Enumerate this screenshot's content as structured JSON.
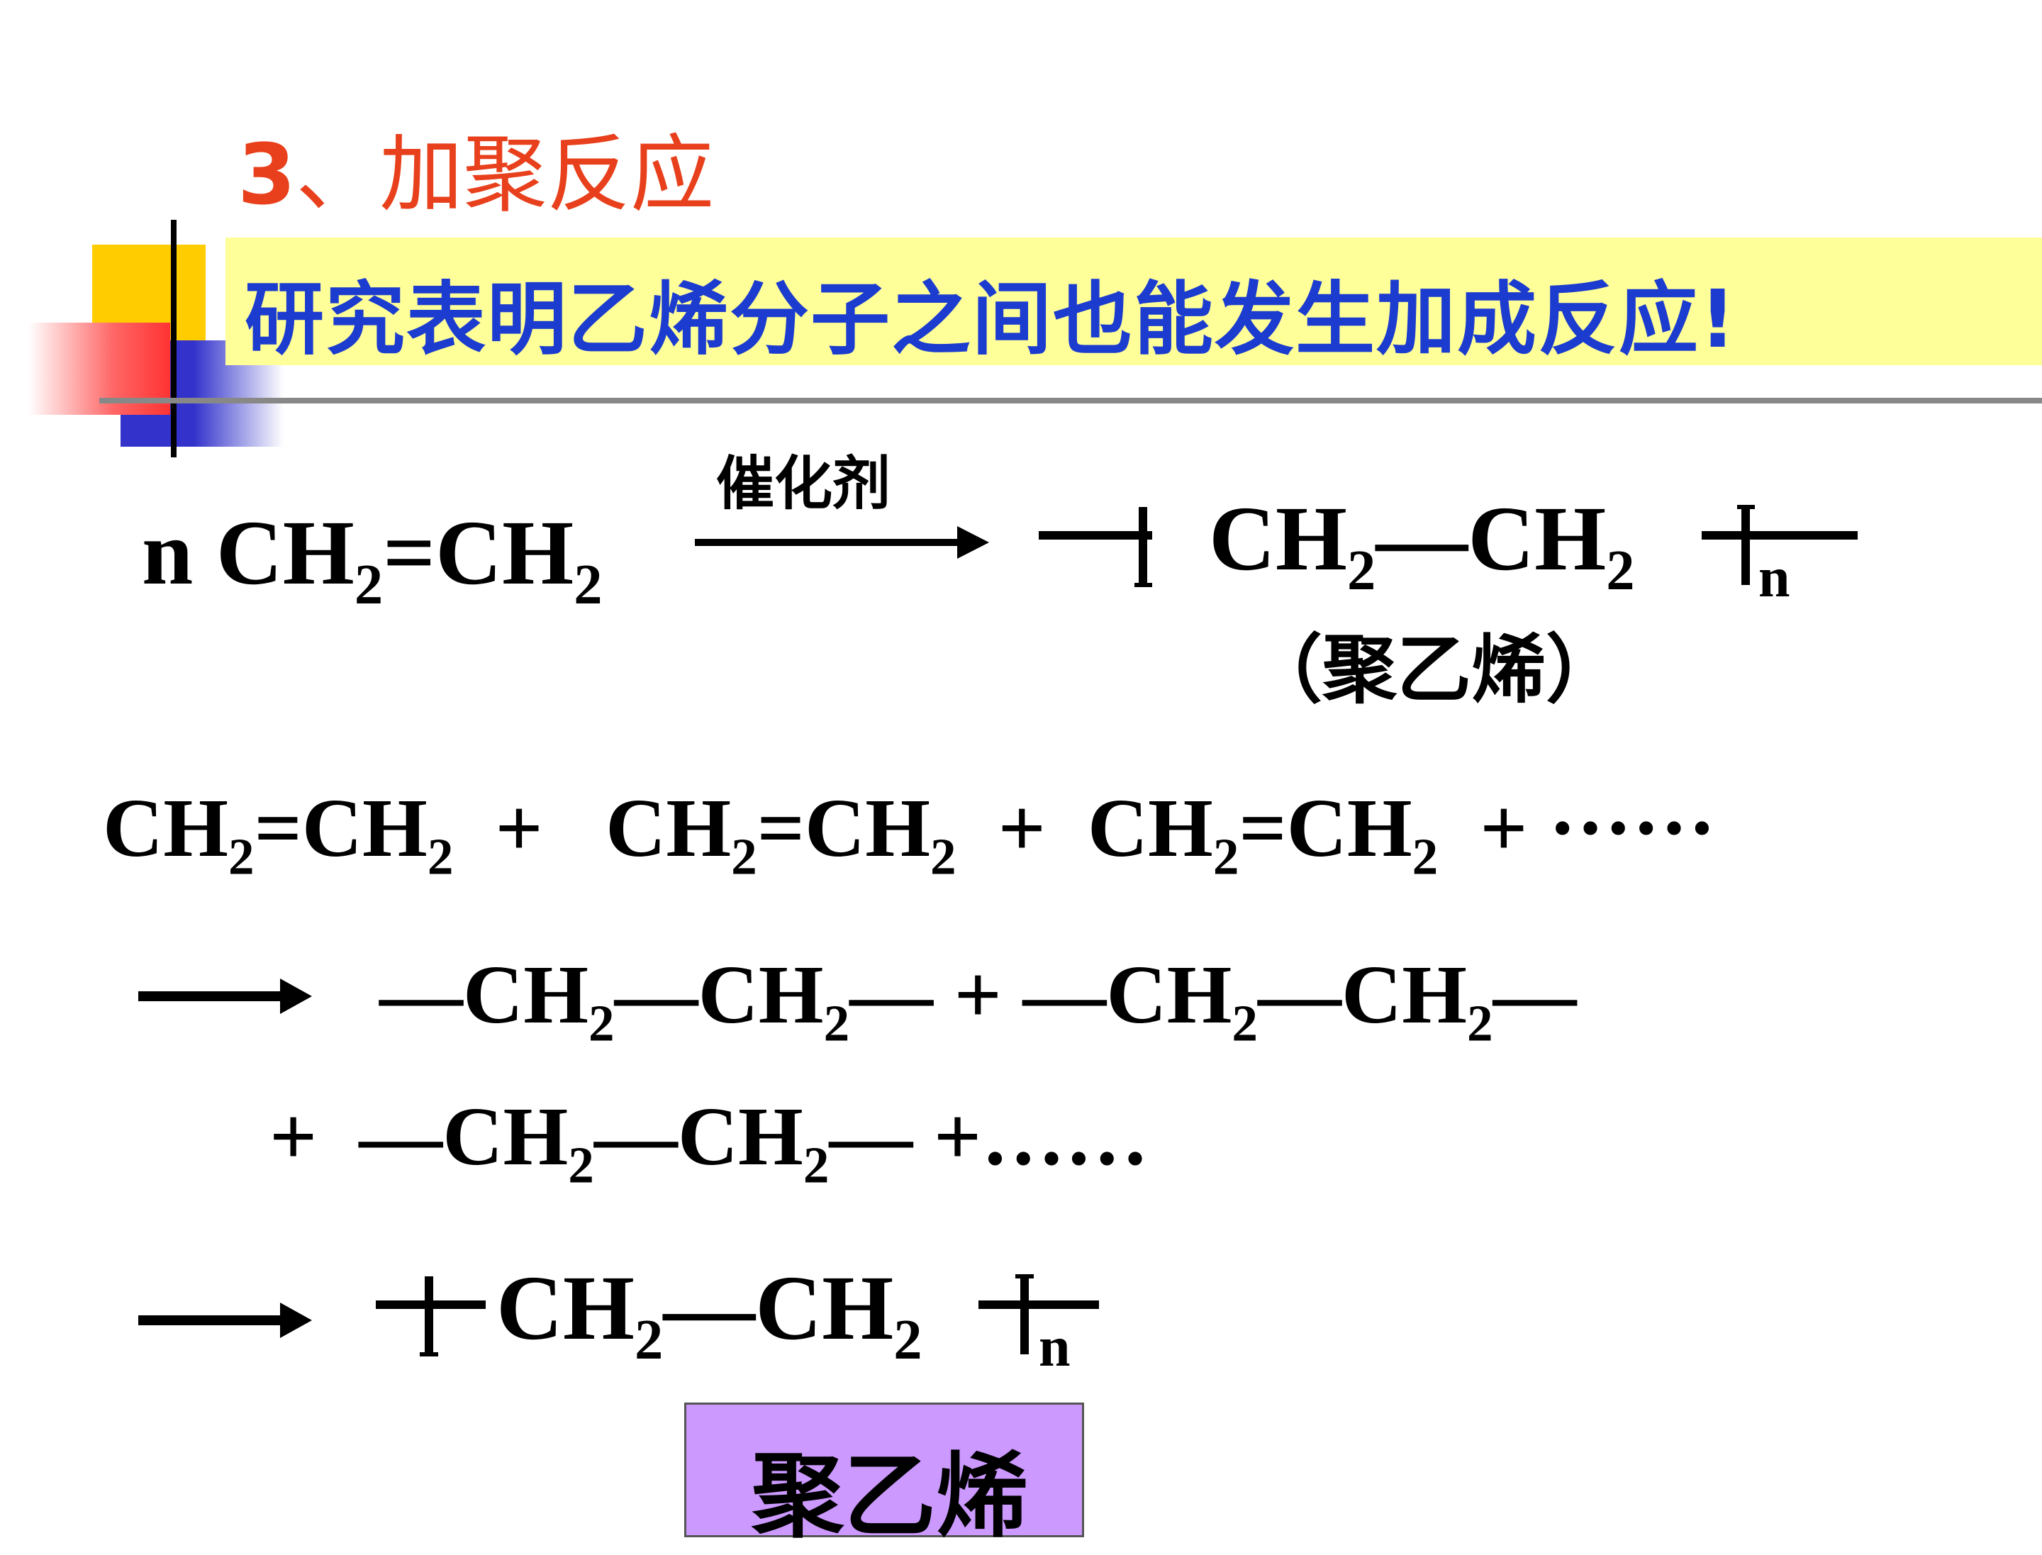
{
  "slide": {
    "heading_number": "3",
    "heading_text": "、加聚反应",
    "banner_text": "研究表明乙烯分子之间也能发生加成反应!",
    "colors": {
      "heading": "#e8401c",
      "banner_bg": "#ffff99",
      "banner_text": "#1c3ccf",
      "label_bg": "#cc99ff"
    }
  },
  "equation1": {
    "reactant_coef": "n",
    "reactant_a": "CH",
    "sub_a": "2",
    "reactant_b": "=CH",
    "sub_b": "2",
    "catalyst": "催化剂",
    "product_a": "CH",
    "product_sub_a": "2",
    "product_b": "—CH",
    "product_sub_b": "2",
    "product_n": "n",
    "product_name": "（聚乙烯）"
  },
  "line2": {
    "term": "CH",
    "sub": "2",
    "term_b": "=CH",
    "plus": "+",
    "ellipsis": "······"
  },
  "line3": {
    "unit_a": "—CH",
    "unit_b": "—CH",
    "unit_end": "—",
    "sub": "2",
    "plus": "+"
  },
  "line4": {
    "plus": "+",
    "ellipsis": "……"
  },
  "line5": {
    "unit_a": "CH",
    "unit_b": "—CH",
    "sub": "2",
    "n": "n"
  },
  "label": {
    "text": "聚乙烯"
  }
}
